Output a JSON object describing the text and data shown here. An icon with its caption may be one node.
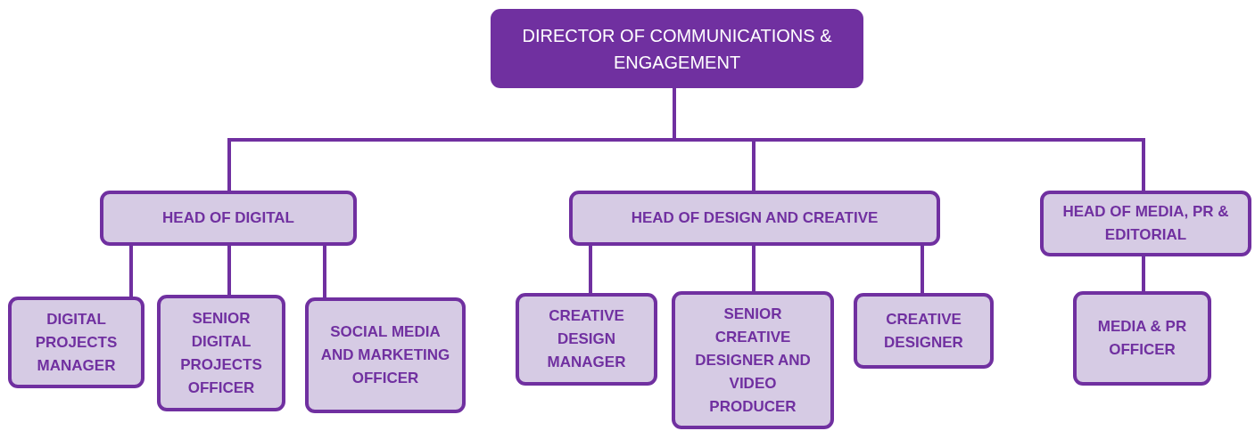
{
  "diagram": {
    "nodes": [
      {
        "text": [
          "DIRECTOR OF COMMUNICATIONS & ENGAGEMENT"
        ]
      },
      {
        "text": [
          "HEAD OF DIGITAL"
        ]
      },
      {
        "text": [
          "HEAD OF DESIGN AND CREATIVE"
        ]
      },
      {
        "text": [
          "HEAD OF MEDIA, PR & EDITORIAL"
        ]
      },
      {
        "text": [
          "DIGITAL PROJECTS MANAGER"
        ]
      },
      {
        "text": [
          "SENIOR DIGITAL PROJECTS OFFICER"
        ]
      },
      {
        "text": [
          "SOCIAL MEDIA AND MARKETING OFFICER"
        ]
      },
      {
        "text": [
          "CREATIVE DESIGN MANAGER"
        ]
      },
      {
        "text": [
          "SENIOR CREATIVE DESIGNER AND VIDEO PRODUCER"
        ]
      },
      {
        "text": [
          "CREATIVE DESIGNER"
        ]
      },
      {
        "text": [
          "MEDIA & PR OFFICER"
        ]
      }
    ],
    "edges": [
      {
        "from": 0,
        "to": 1,
        "arrow": "none"
      },
      {
        "from": 0,
        "to": 2,
        "arrow": "none"
      },
      {
        "from": 0,
        "to": 3,
        "arrow": "none"
      },
      {
        "from": 1,
        "to": 4,
        "arrow": "none"
      },
      {
        "from": 1,
        "to": 5,
        "arrow": "none"
      },
      {
        "from": 1,
        "to": 6,
        "arrow": "none"
      },
      {
        "from": 2,
        "to": 7,
        "arrow": "none"
      },
      {
        "from": 2,
        "to": 8,
        "arrow": "none"
      },
      {
        "from": 2,
        "to": 9,
        "arrow": "none"
      },
      {
        "from": 3,
        "to": 10,
        "arrow": "none"
      }
    ]
  }
}
